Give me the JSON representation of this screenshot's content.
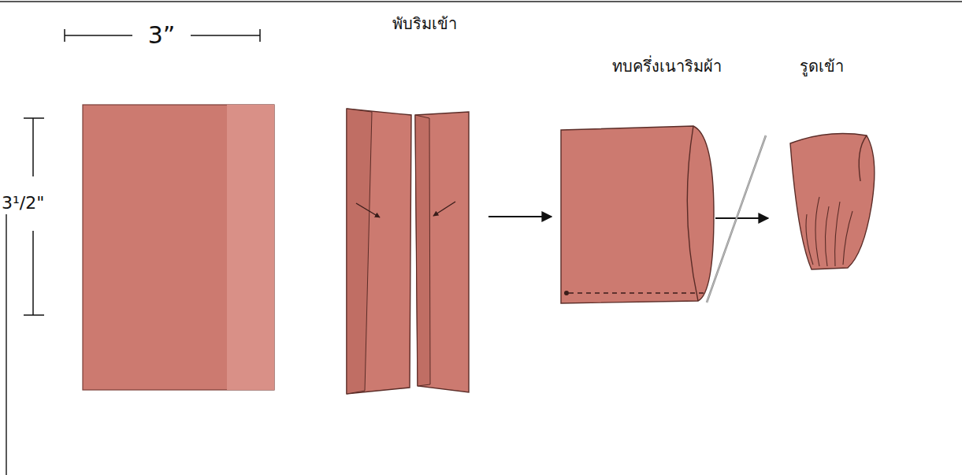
{
  "diagram": {
    "labels": [
      "3”",
      "3¹/2\"",
      "พับริมเข้า",
      "ทบครึ่งเนาริมผ้า",
      "รูดเข้า"
    ]
  }
}
